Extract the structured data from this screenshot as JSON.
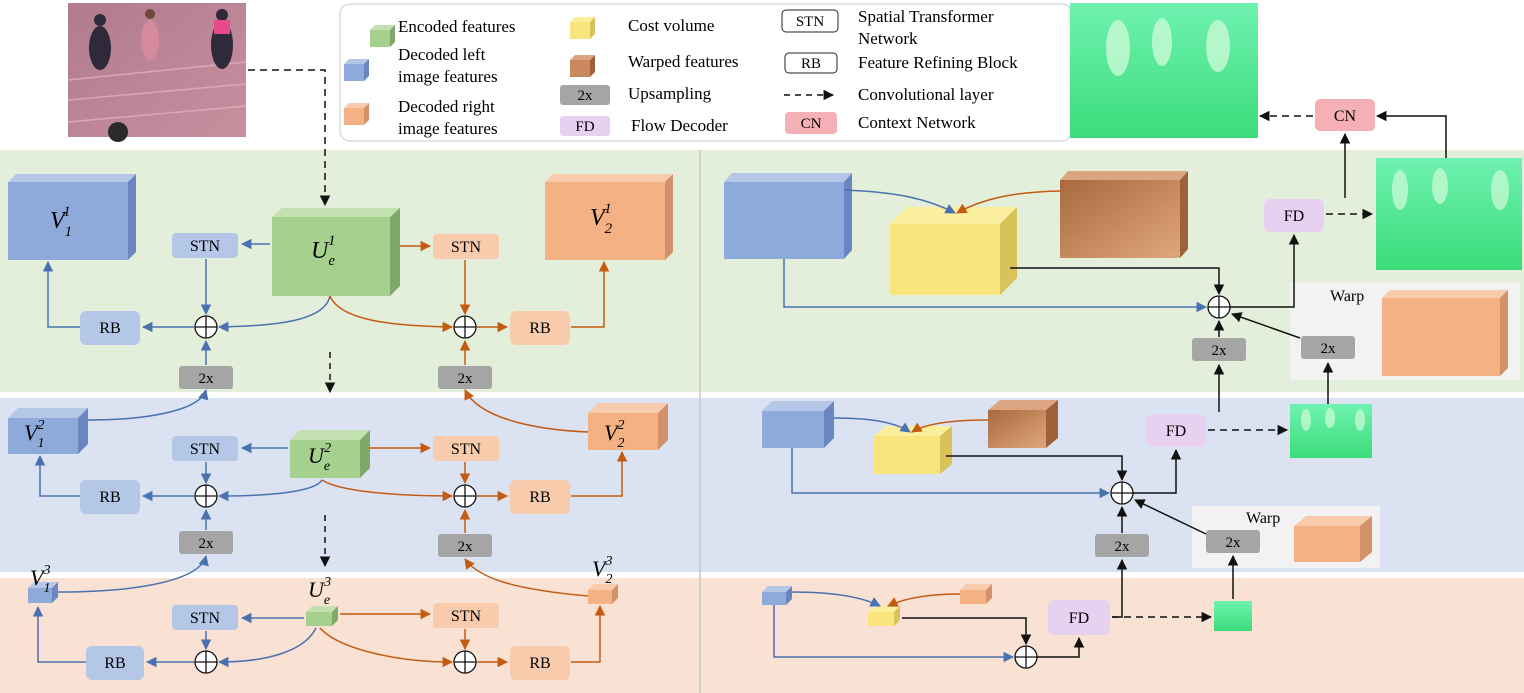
{
  "legend": {
    "encoded": "Encoded features",
    "decoded_left_1": "Decoded left",
    "decoded_left_2": "image features",
    "decoded_right_1": "Decoded right",
    "decoded_right_2": "image features",
    "cost_volume": "Cost volume",
    "warped": "Warped features",
    "upsampling_box": "2x",
    "upsampling": "Upsampling",
    "fd_box": "FD",
    "flow_decoder": "Flow Decoder",
    "stn_box": "STN",
    "stn_1": "Spatial Transformer",
    "stn_2": "Network",
    "rb_box": "RB",
    "rb": "Feature Refining Block",
    "conv": "Convolutional layer",
    "cn_box": "CN",
    "cn": "Context Network"
  },
  "labels": {
    "stn": "STN",
    "rb": "RB",
    "up": "2x",
    "fd": "FD",
    "cn": "CN",
    "warp": "Warp"
  },
  "math": {
    "V": "V",
    "U": "U",
    "e": "e",
    "s1": "1",
    "s2": "2",
    "s3": "3"
  },
  "colors": {
    "band_top": "#e3efda",
    "band_mid": "#dbe3f2",
    "band_bot": "#f9e1d3",
    "encoded": "#a6d08e",
    "left": "#8eaadb",
    "right": "#f4b183",
    "cost": "#f9e47d",
    "warped": "#c9885e",
    "upsample": "#a5a5a5",
    "fd": "#e8d0f0",
    "cn": "#f4b0b5",
    "stn_left": "#b4c7e7",
    "stn_right": "#f8cbad",
    "arrow_blue": "#4a72b0",
    "arrow_orange": "#c55a11"
  }
}
